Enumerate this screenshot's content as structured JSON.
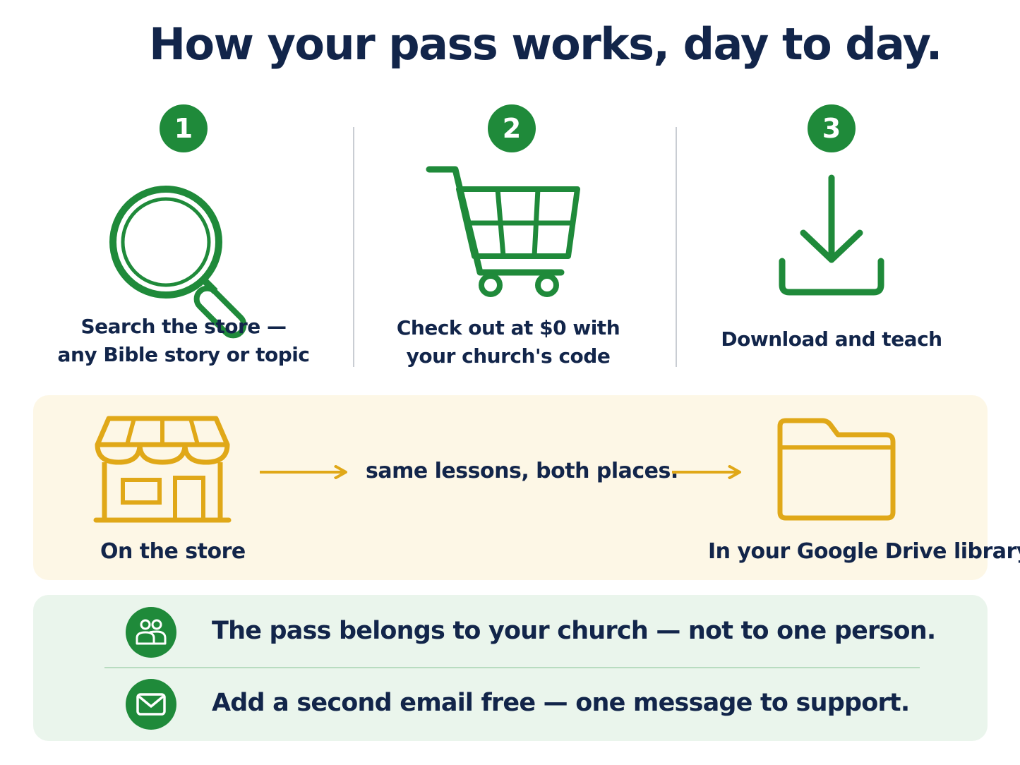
{
  "title": "How your pass works, day to day.",
  "colors": {
    "navy": "#12254a",
    "green": "#1f8a3a",
    "gold": "#e0a818",
    "cream": "#fdf7e6",
    "mint": "#eaf5ec"
  },
  "steps": [
    {
      "number": "1",
      "icon": "magnifier-icon",
      "caption_line1": "Search the store —",
      "caption_line2": "any Bible story or topic"
    },
    {
      "number": "2",
      "icon": "shopping-cart-icon",
      "caption_line1": "Check out at $0 with",
      "caption_line2": "your church's code"
    },
    {
      "number": "3",
      "icon": "download-icon",
      "caption_line1": "Download and teach"
    }
  ],
  "sync": {
    "store_label": "On the store",
    "middle_text": "same lessons, both places.",
    "drive_label": "In your Google Drive library",
    "store_icon": "storefront-icon",
    "drive_icon": "folder-icon"
  },
  "notes": [
    {
      "icon": "people-icon",
      "text": "The pass belongs to your church — not to one person."
    },
    {
      "icon": "envelope-icon",
      "text": "Add a second email free — one message to support."
    }
  ]
}
